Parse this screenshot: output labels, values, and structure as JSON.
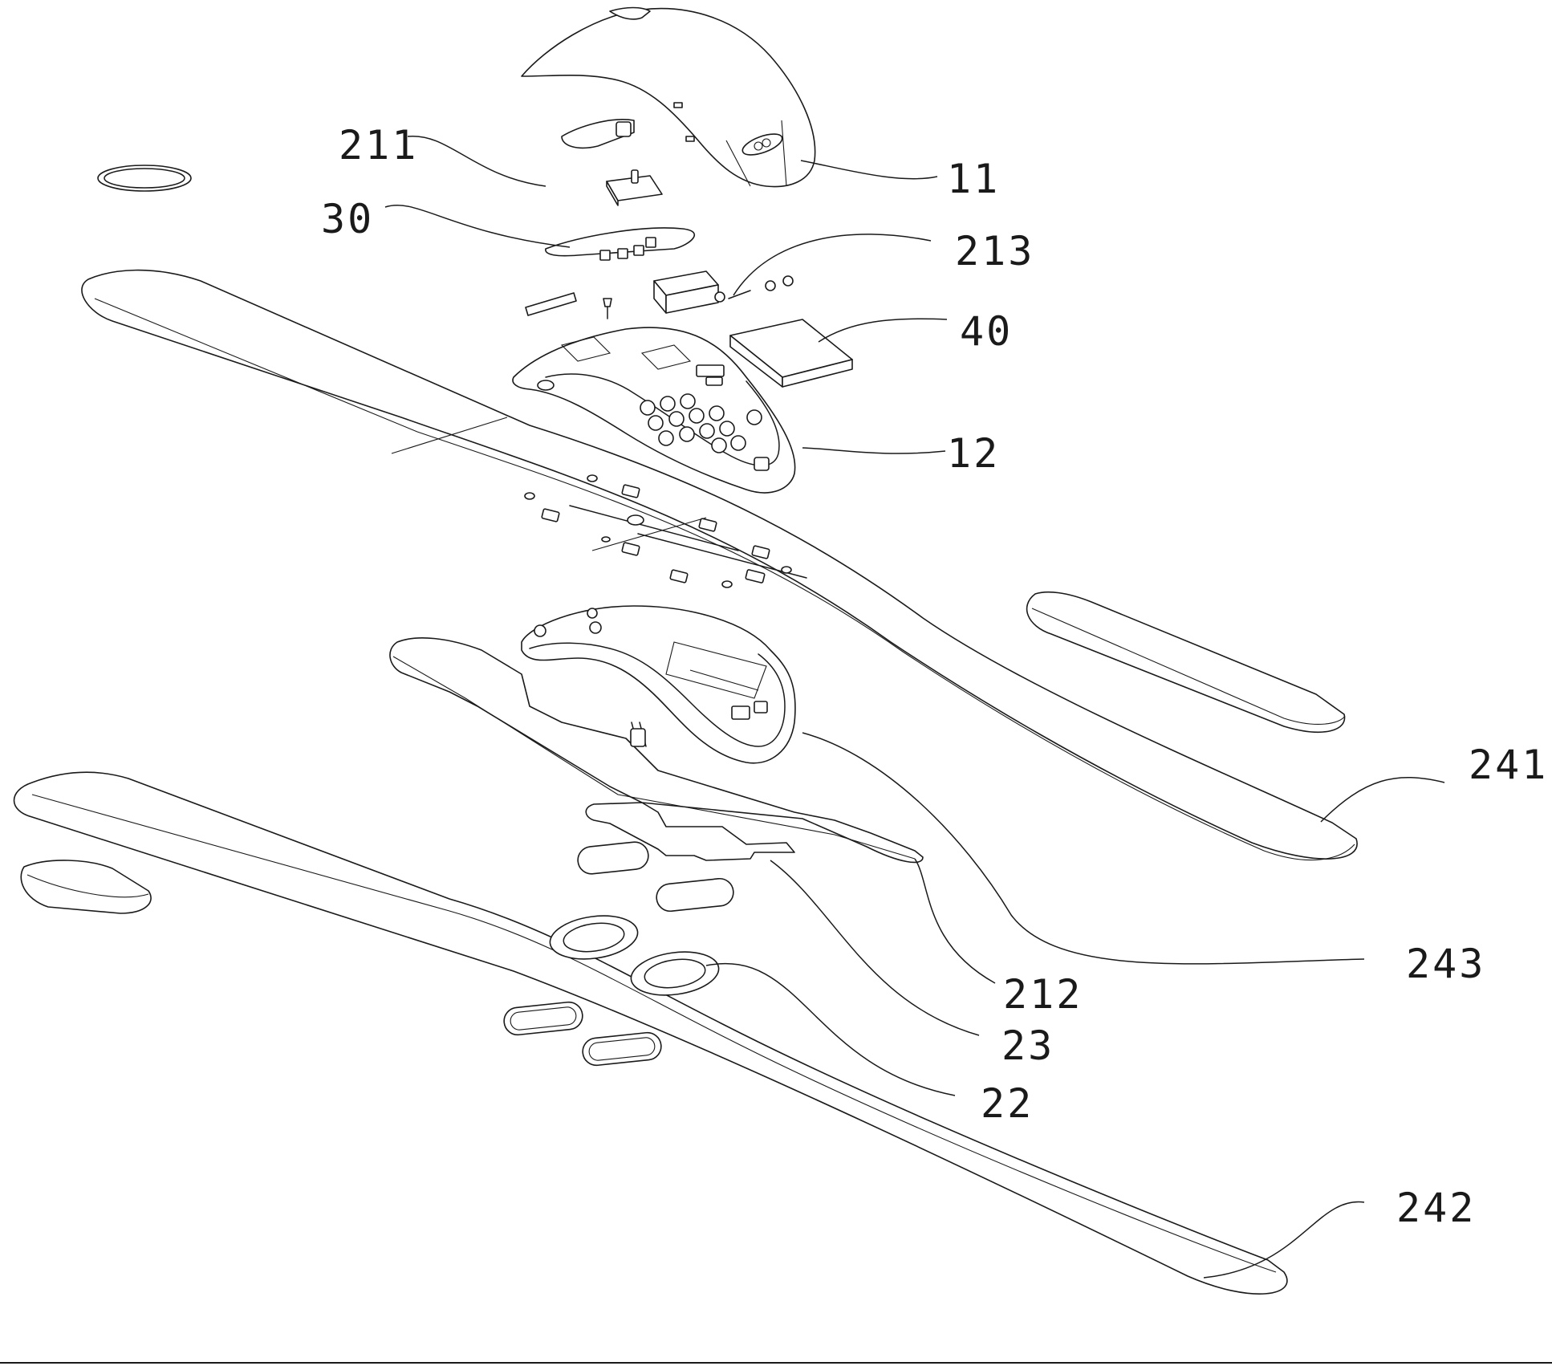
{
  "labels": {
    "l11": "11",
    "l12": "12",
    "l22": "22",
    "l23": "23",
    "l30": "30",
    "l40": "40",
    "l211": "211",
    "l212": "212",
    "l213": "213",
    "l241": "241",
    "l242": "242",
    "l243": "243"
  },
  "colors": {
    "line": "#1a1a1a",
    "background": "#ffffff"
  }
}
